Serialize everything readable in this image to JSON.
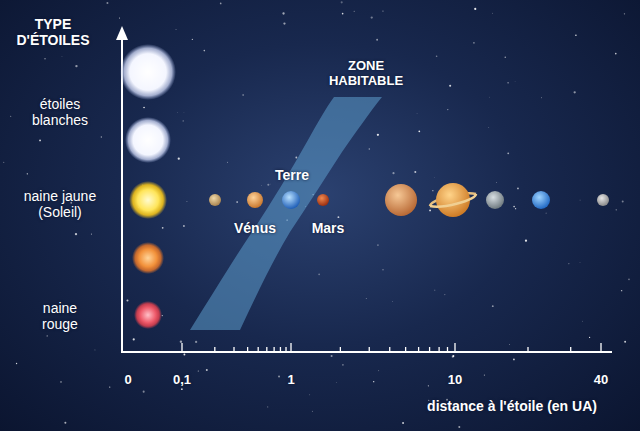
{
  "diagram": {
    "labels": [
      "TYPE D'ÉTOILES",
      "étoiles blanches",
      "naine jaune (Soleil)",
      "naine rouge",
      "ZONE HABITABLE",
      "Terre",
      "Vénus",
      "Mars",
      "0",
      "0,1",
      "1",
      "10",
      "40",
      "distance à l'étoile (en UA)"
    ]
  }
}
